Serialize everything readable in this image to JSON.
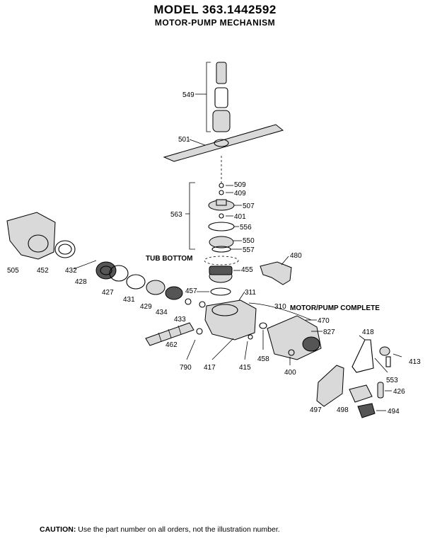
{
  "header": {
    "model": "MODEL 363.1442592",
    "subtitle": "MOTOR-PUMP MECHANISM"
  },
  "section_labels": {
    "tub_bottom": "TUB BOTTOM",
    "motor_pump_complete": "MOTOR/PUMP COMPLETE"
  },
  "parts": {
    "p549": "549",
    "p501": "501",
    "p509": "509",
    "p409": "409",
    "p507": "507",
    "p401": "401",
    "p556": "556",
    "p550": "550",
    "p557": "557",
    "p563": "563",
    "p505": "505",
    "p452": "452",
    "p432": "432",
    "p428": "428",
    "p427": "427",
    "p431": "431",
    "p429": "429",
    "p434": "434",
    "p457": "457",
    "p433": "433",
    "p455": "455",
    "p480": "480",
    "p311": "311",
    "p310": "310",
    "p470": "470",
    "p827": "827",
    "p462": "462",
    "p790": "790",
    "p417": "417",
    "p415": "415",
    "p458": "458",
    "p400": "400",
    "p418": "418",
    "p413": "413",
    "p553": "553",
    "p426": "426",
    "p497": "497",
    "p498": "498",
    "p494": "494"
  },
  "footer": {
    "caution_label": "CAUTION:",
    "caution_text": "Use the part number on all orders, not the illustration number."
  }
}
